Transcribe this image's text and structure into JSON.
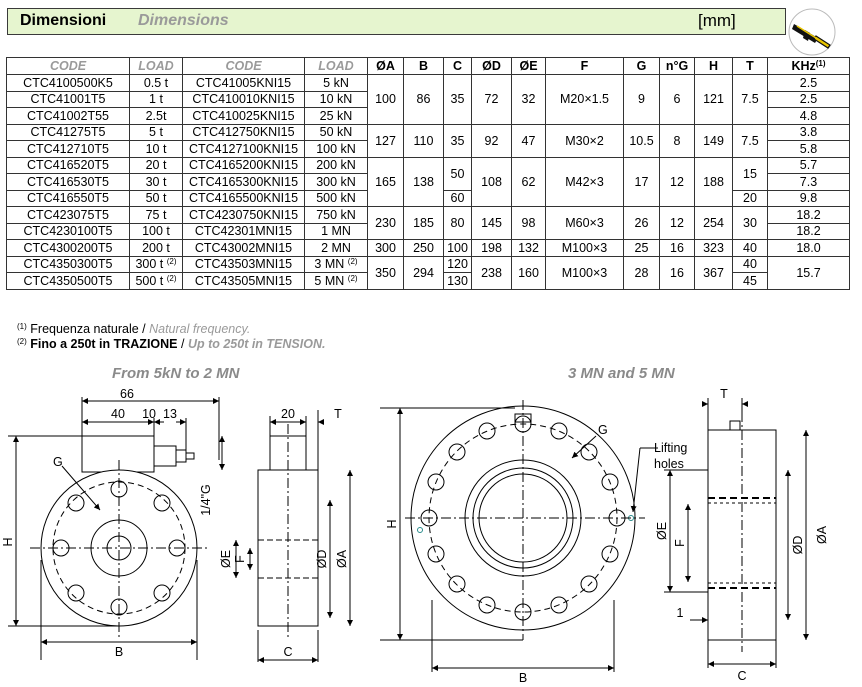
{
  "header": {
    "title_it": "Dimensioni",
    "title_en": "Dimensions",
    "unit": "[mm]",
    "logo_icon": "caliper-icon"
  },
  "columns": [
    "CODE",
    "LOAD",
    "CODE",
    "LOAD",
    "ØA",
    "B",
    "C",
    "ØD",
    "ØE",
    "F",
    "G",
    "n°G",
    "H",
    "T",
    "KHz"
  ],
  "rows": [
    {
      "code": "CTC4100500K5",
      "load": "0.5 t",
      "code2": "CTC41005KNI15",
      "load2": "5 kN",
      "khz": "2.5"
    },
    {
      "code": "CTC41001T5",
      "load": "1 t",
      "code2": "CTC410010KNI15",
      "load2": "10 kN",
      "khz": "2.5"
    },
    {
      "code": "CTC41002T55",
      "load": "2.5t",
      "code2": "CTC410025KNI15",
      "load2": "25 kN",
      "khz": "4.8"
    },
    {
      "code": "CTC41275T5",
      "load": "5 t",
      "code2": "CTC412750KNI15",
      "load2": "50 kN",
      "khz": "3.8"
    },
    {
      "code": "CTC412710T5",
      "load": "10 t",
      "code2": "CTC4127100KNI15",
      "load2": "100 kN",
      "khz": "5.8"
    },
    {
      "code": "CTC416520T5",
      "load": "20 t",
      "code2": "CTC4165200KNI15",
      "load2": "200 kN",
      "khz": "5.7"
    },
    {
      "code": "CTC416530T5",
      "load": "30 t",
      "code2": "CTC4165300KNI15",
      "load2": "300 kN",
      "khz": "7.3"
    },
    {
      "code": "CTC416550T5",
      "load": "50 t",
      "code2": "CTC4165500KNI15",
      "load2": "500 kN",
      "khz": "9.8"
    },
    {
      "code": "CTC423075T5",
      "load": "75 t",
      "code2": "CTC4230750KNI15",
      "load2": "750 kN",
      "khz": "18.2"
    },
    {
      "code": "CTC4230100T5",
      "load": "100 t",
      "code2": "CTC42301MNI15",
      "load2": "1 MN",
      "khz": "18.2"
    },
    {
      "code": "CTC4300200T5",
      "load": "200 t",
      "code2": "CTC43002MNI15",
      "load2": "2 MN",
      "khz": "18.0"
    },
    {
      "code": "CTC4350300T5",
      "load": "300 t",
      "code2": "CTC43503MNI15",
      "load2": "3 MN",
      "khz": ""
    },
    {
      "code": "CTC4350500T5",
      "load": "500 t",
      "code2": "CTC43505MNI15",
      "load2": "5 MN",
      "khz": ""
    }
  ],
  "groups": [
    {
      "a": "100",
      "b": "86",
      "c": "35",
      "d": "72",
      "e": "32",
      "f": "M20×1.5",
      "g": "9",
      "ng": "6",
      "h": "121",
      "t": "7.5"
    },
    {
      "a": "127",
      "b": "110",
      "c": "35",
      "d": "92",
      "e": "47",
      "f": "M30×2",
      "g": "10.5",
      "ng": "8",
      "h": "149",
      "t": "7.5"
    },
    {
      "a": "165",
      "b": "138",
      "c1": "50",
      "c2": "60",
      "d": "108",
      "e": "62",
      "f": "M42×3",
      "g": "17",
      "ng": "12",
      "h": "188",
      "t1": "15",
      "t2": "20"
    },
    {
      "a": "230",
      "b": "185",
      "c": "80",
      "d": "145",
      "e": "98",
      "f": "M60×3",
      "g": "26",
      "ng": "12",
      "h": "254",
      "t": "30"
    },
    {
      "a": "300",
      "b": "250",
      "c": "100",
      "d": "198",
      "e": "132",
      "f": "M100×3",
      "g": "25",
      "ng": "16",
      "h": "323",
      "t": "40"
    },
    {
      "a": "350",
      "b": "294",
      "c1": "120",
      "c2": "130",
      "d": "238",
      "e": "160",
      "f": "M100×3",
      "g": "28",
      "ng": "16",
      "h": "367",
      "t1": "40",
      "t2": "45",
      "khz": "15.7"
    }
  ],
  "sup_marks": {
    "one": "(1)",
    "two": "(2)"
  },
  "notes": {
    "n1_it": "Frequenza naturale",
    "n1_sep": " / ",
    "n1_en": "Natural frequency.",
    "n2_it": "Fino a 250t in TRAZIONE",
    "n2_sep": " / ",
    "n2_en": "Up to 250t in TENSION."
  },
  "captions": {
    "left": "From 5kN to 2 MN",
    "right": "3 MN and 5 MN"
  },
  "drawing_labels": {
    "d66": "66",
    "d40": "40",
    "d10": "10",
    "d13": "13",
    "g": "G",
    "h": "H",
    "b": "B",
    "quarter": "1/4\"G",
    "d20": "20",
    "t": "T",
    "oe": "ØE",
    "f": "F",
    "od": "ØD",
    "oa": "ØA",
    "c": "C",
    "lifting1": "Lifting",
    "lifting2": "holes",
    "one": "1"
  }
}
